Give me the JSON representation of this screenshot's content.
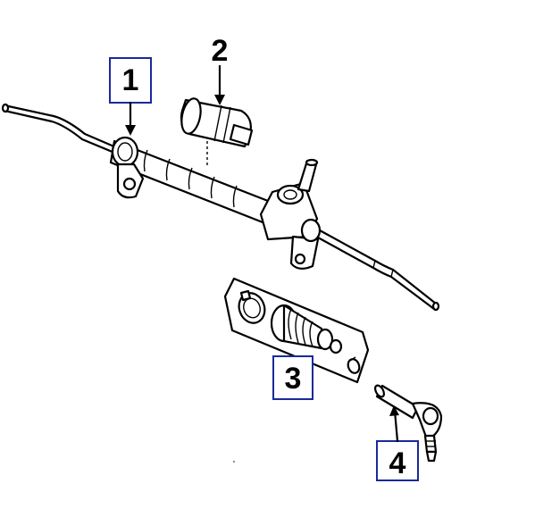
{
  "diagram": {
    "callouts": [
      {
        "id": "1",
        "label": "1",
        "boxed": true
      },
      {
        "id": "2",
        "label": "2",
        "boxed": false
      },
      {
        "id": "3",
        "label": "3",
        "boxed": true
      },
      {
        "id": "4",
        "label": "4",
        "boxed": true
      }
    ],
    "colors": {
      "box_border": "#1a2a9a",
      "ink": "#000000",
      "background": "#ffffff"
    }
  }
}
